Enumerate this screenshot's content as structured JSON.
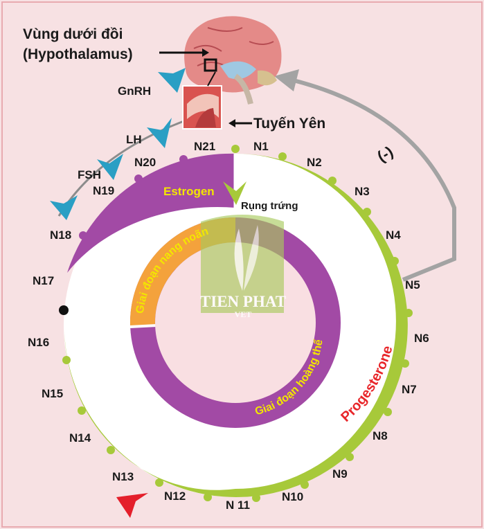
{
  "labels": {
    "hypothalamus_line1": "Vùng dưới đồi",
    "hypothalamus_line2": "(Hypothalamus)",
    "gnrh": "GnRH",
    "pituitary": "Tuyến Yên",
    "lh": "LH",
    "fsh": "FSH",
    "estrogen": "Estrogen",
    "ovulation": "Rụng trứng",
    "progesterone": "Progesterone",
    "follicular_phase": "Giai đoạn nang noãn",
    "luteal_phase": "Giai đoạn hoàng thể",
    "negative_feedback": "(-)"
  },
  "days": [
    "N1",
    "N2",
    "N3",
    "N4",
    "N5",
    "N6",
    "N7",
    "N8",
    "N9",
    "N10",
    "N 11",
    "N12",
    "N13",
    "N14",
    "N15",
    "N16",
    "N17",
    "N18",
    "N19",
    "N20",
    "N21"
  ],
  "watermark": {
    "line1": "TIEN PHAT",
    "line2": "VET"
  },
  "colors": {
    "background": "#f7e1e3",
    "purple": "#a24aa5",
    "green": "#a7c93a",
    "orange": "#f4a23c",
    "blue_arrow": "#2a9fc4",
    "gray_arrow": "#9a9a9a",
    "red_arrow": "#e41f2b",
    "inner_pink": "#f9dfe2"
  }
}
